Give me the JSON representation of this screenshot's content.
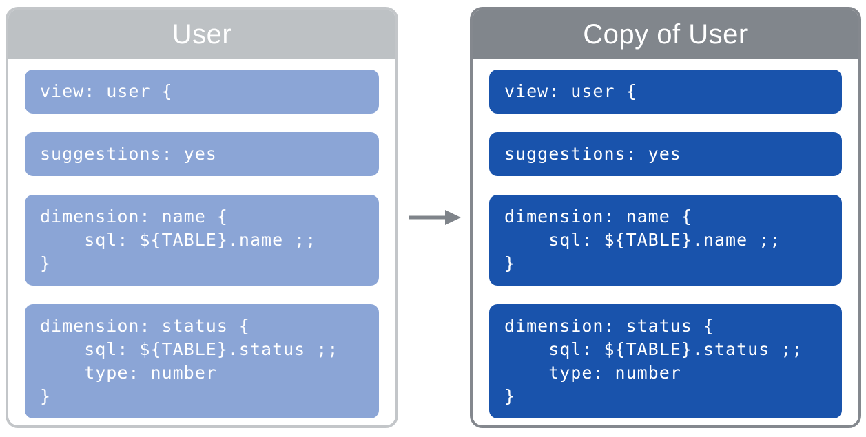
{
  "source_panel": {
    "title": "User",
    "blocks": [
      {
        "code": "view: user {"
      },
      {
        "code": "suggestions: yes"
      },
      {
        "code": "dimension: name {\n    sql: ${TABLE}.name ;;\n}"
      },
      {
        "code": "dimension: status {\n    sql: ${TABLE}.status ;;\n    type: number\n}"
      }
    ],
    "colors": {
      "header_bg": "#bdc1c4",
      "border": "#c3c6c9",
      "block_bg": "#8ba5d6"
    }
  },
  "copy_panel": {
    "title": "Copy of User",
    "blocks": [
      {
        "code": "view: user {"
      },
      {
        "code": "suggestions: yes"
      },
      {
        "code": "dimension: name {\n    sql: ${TABLE}.name ;;\n}"
      },
      {
        "code": "dimension: status {\n    sql: ${TABLE}.status ;;\n    type: number\n}"
      }
    ],
    "colors": {
      "header_bg": "#81868c",
      "border": "#84888e",
      "block_bg": "#1953ac"
    }
  },
  "arrow": {
    "direction": "right",
    "color": "#7f848a"
  },
  "text_color": "#ffffff"
}
